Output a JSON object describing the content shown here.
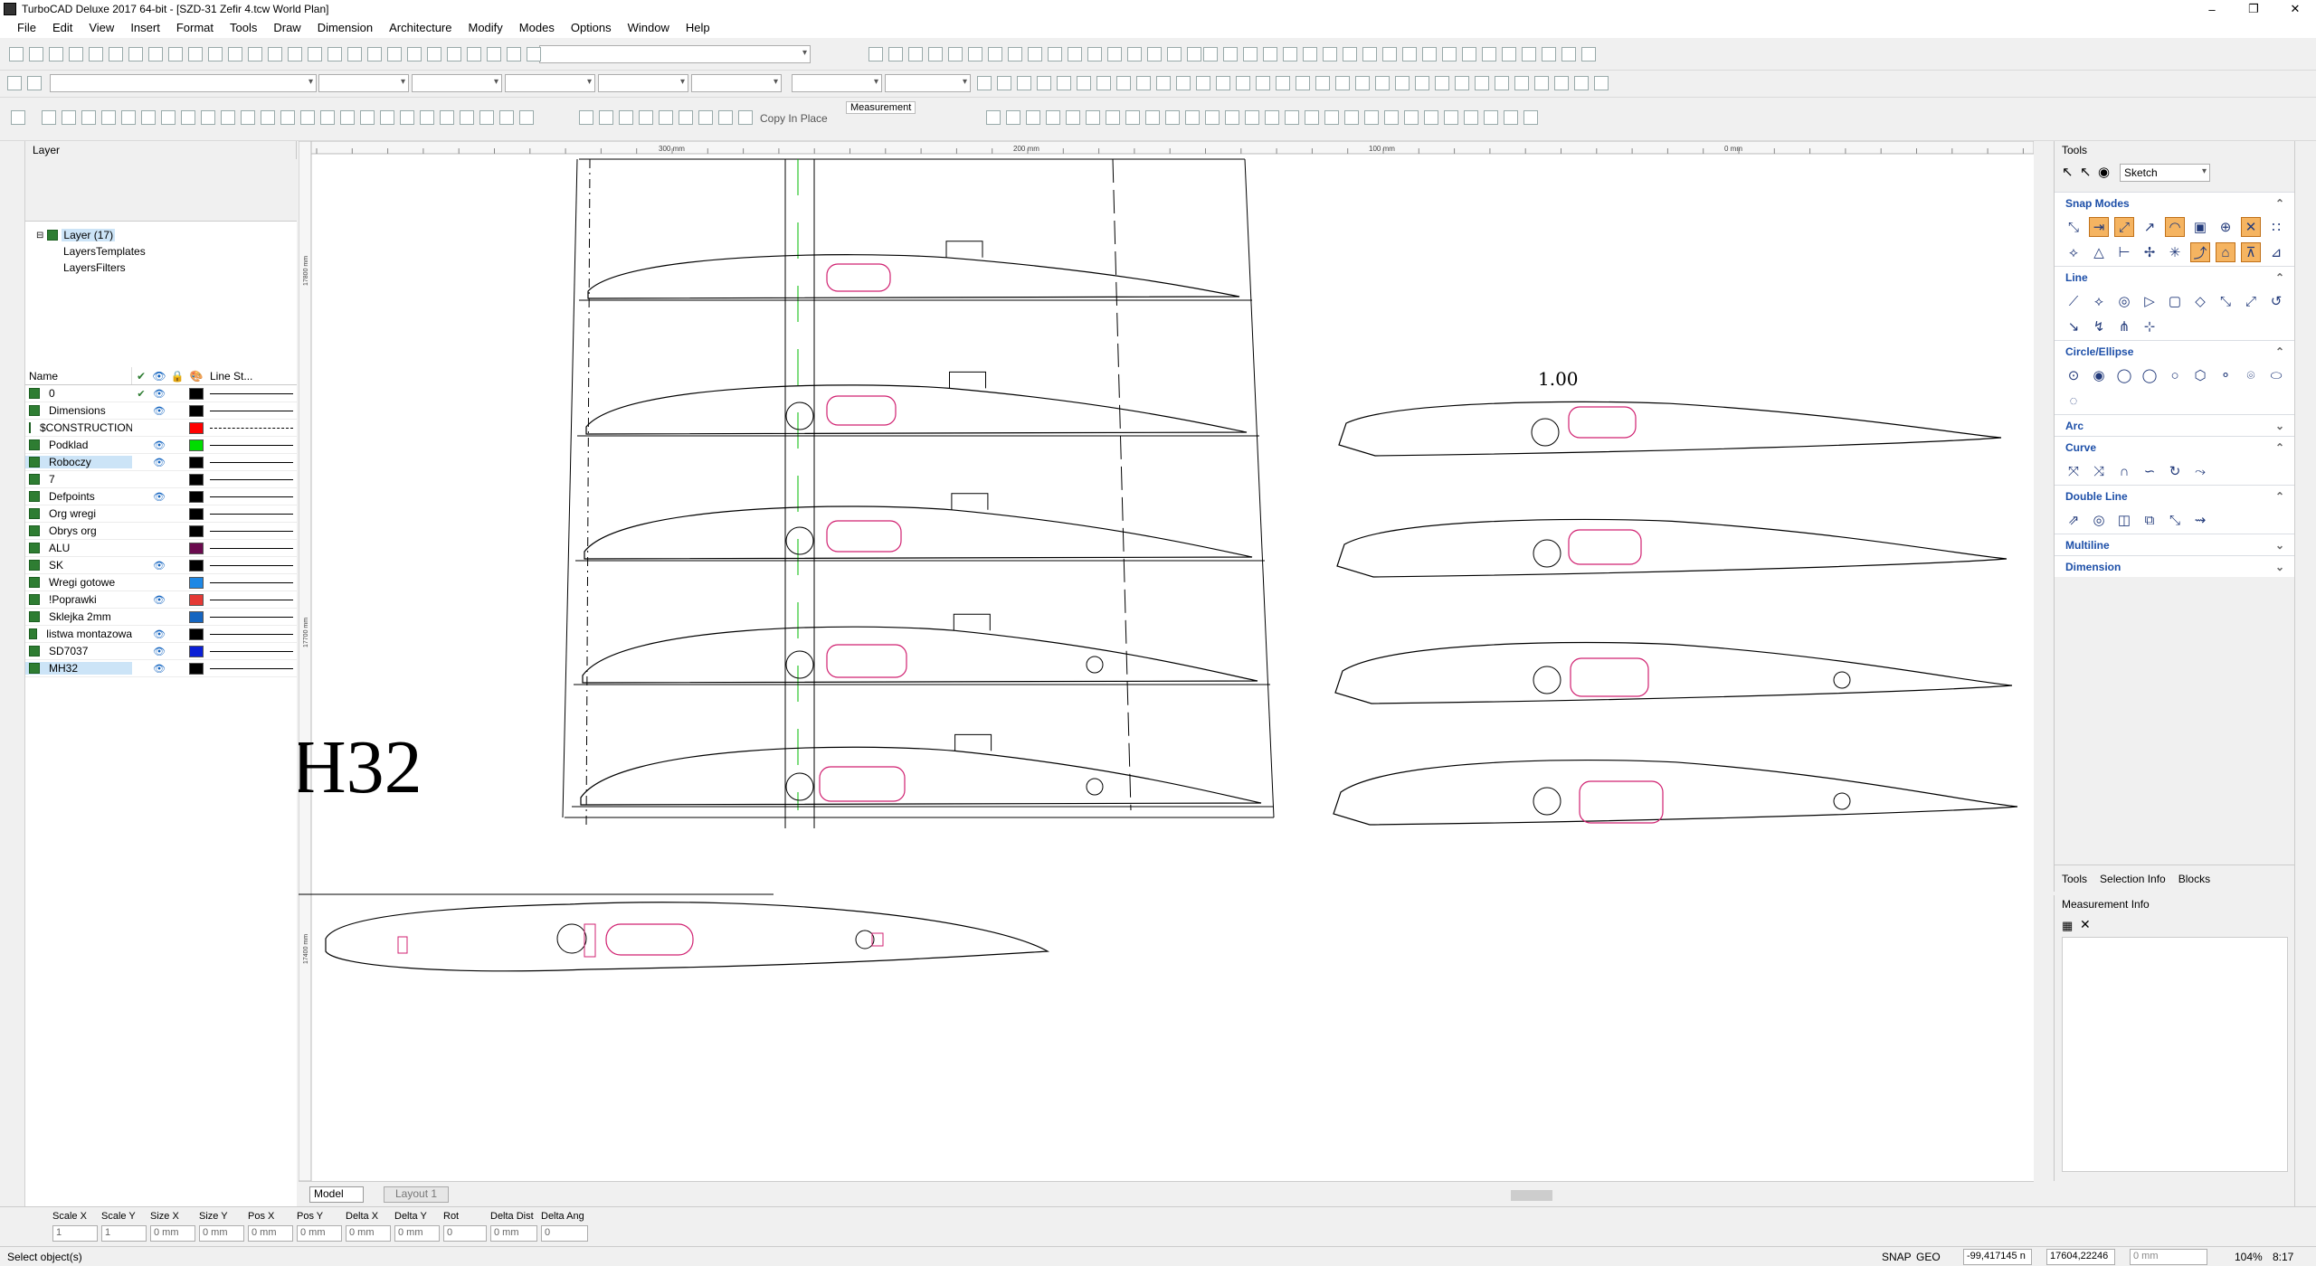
{
  "window": {
    "title": "TurboCAD Deluxe 2017 64-bit - [SZD-31 Zefir 4.tcw World Plan]",
    "controls": [
      "–",
      "❐",
      "✕"
    ]
  },
  "menu": [
    "File",
    "Edit",
    "View",
    "Insert",
    "Format",
    "Tools",
    "Draw",
    "Dimension",
    "Architecture",
    "Modify",
    "Modes",
    "Options",
    "Window",
    "Help"
  ],
  "toolbar3": {
    "copy_in_place": "Copy In Place",
    "measurement_tab": "Measurement"
  },
  "layer_panel": {
    "title": "Layer",
    "tree": {
      "root": "Layer (17)",
      "children": [
        "LayersTemplates",
        "LayersFilters"
      ]
    },
    "columns": {
      "name": "Name",
      "line_style": "Line St..."
    },
    "layers": [
      {
        "name": "0",
        "visible": true,
        "current": true,
        "color": "#000000",
        "line": "solid"
      },
      {
        "name": "Dimensions",
        "visible": true,
        "current": false,
        "color": "#000000",
        "line": "solid"
      },
      {
        "name": "$CONSTRUCTION",
        "visible": false,
        "current": false,
        "color": "#ff0000",
        "line": "dashdot"
      },
      {
        "name": "Podklad",
        "visible": true,
        "current": false,
        "color": "#00dd00",
        "line": "solid"
      },
      {
        "name": "Roboczy",
        "visible": true,
        "current": false,
        "color": "#000000",
        "line": "solid",
        "selected": true
      },
      {
        "name": "7",
        "visible": false,
        "current": false,
        "color": "#000000",
        "line": "solid"
      },
      {
        "name": "Defpoints",
        "visible": true,
        "current": false,
        "color": "#000000",
        "line": "solid"
      },
      {
        "name": "Org wregi",
        "visible": false,
        "current": false,
        "color": "#000000",
        "line": "solid"
      },
      {
        "name": "Obrys org",
        "visible": false,
        "current": false,
        "color": "#000000",
        "line": "solid"
      },
      {
        "name": "ALU",
        "visible": false,
        "current": false,
        "color": "#6a0a4e",
        "line": "solid"
      },
      {
        "name": "SK",
        "visible": true,
        "current": false,
        "color": "#000000",
        "line": "solid"
      },
      {
        "name": "Wregi gotowe",
        "visible": false,
        "current": false,
        "color": "#1e88e5",
        "line": "solid"
      },
      {
        "name": "!Poprawki",
        "visible": true,
        "current": false,
        "color": "#e53935",
        "line": "solid"
      },
      {
        "name": "Sklejka 2mm",
        "visible": false,
        "current": false,
        "color": "#1565c0",
        "line": "solid"
      },
      {
        "name": "listwa montazowa",
        "visible": true,
        "current": false,
        "color": "#000000",
        "line": "solid"
      },
      {
        "name": "SD7037",
        "visible": true,
        "current": false,
        "color": "#0a1fd6",
        "line": "solid"
      },
      {
        "name": "MH32",
        "visible": true,
        "current": false,
        "color": "#000000",
        "line": "solid",
        "selected": true
      }
    ]
  },
  "drawing": {
    "ruler_ticks": [
      "300 mm",
      "200 mm",
      "100 mm",
      "0 mm"
    ],
    "big_label": "H32",
    "scale_label": "1.00",
    "tabs": {
      "model": "Model",
      "layout": "Layout 1"
    },
    "vruler_ticks": [
      "17800 mm",
      "17700 mm",
      "17400 mm"
    ]
  },
  "tools_panel": {
    "title": "Tools",
    "mode": "Sketch",
    "sections": [
      {
        "title": "Snap Modes",
        "expanded": true
      },
      {
        "title": "Line",
        "expanded": true
      },
      {
        "title": "Circle/Ellipse",
        "expanded": true
      },
      {
        "title": "Arc",
        "expanded": false
      },
      {
        "title": "Curve",
        "expanded": true
      },
      {
        "title": "Double Line",
        "expanded": true
      },
      {
        "title": "Multiline",
        "expanded": false
      },
      {
        "title": "Dimension",
        "expanded": false
      }
    ],
    "bottom_tabs": [
      "Tools",
      "Selection Info",
      "Blocks"
    ]
  },
  "measurement_panel": {
    "title": "Measurement Info"
  },
  "inspector": {
    "labels": [
      "Scale X",
      "Scale Y",
      "Size X",
      "Size Y",
      "Pos X",
      "Pos Y",
      "Delta X",
      "Delta Y",
      "Rot",
      "Delta Dist",
      "Delta Ang"
    ],
    "values": [
      "1",
      "1",
      "0 mm",
      "0 mm",
      "0 mm",
      "0 mm",
      "0 mm",
      "0 mm",
      "0",
      "0 mm",
      "0"
    ]
  },
  "status": {
    "message": "Select object(s)",
    "snap": "SNAP",
    "geo": "GEO",
    "x": "-99,417145 n",
    "y": "17604,22246",
    "z": "0 mm",
    "zoom": "104%",
    "time": "8:17"
  }
}
